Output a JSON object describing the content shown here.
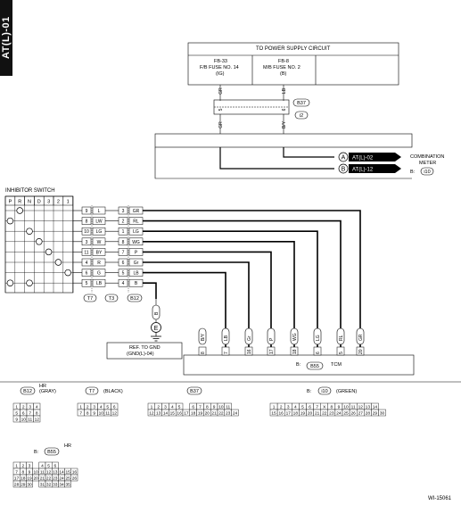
{
  "section_tab": "AT(L)-01",
  "power": {
    "title": "TO POWER SUPPLY CIRCUIT",
    "fuse_left": [
      "FB-33",
      "F/B FUSE NO. 14",
      "(IG)"
    ],
    "fuse_right": [
      "FB-8",
      "M/B FUSE NO. 2",
      "(B)"
    ]
  },
  "connectors": {
    "b37": "B37",
    "i2": "i2",
    "i10": "i10",
    "b55": "B55",
    "b12": "B12",
    "t7": "T7",
    "t3": "T3"
  },
  "wires_top": [
    "GR",
    "LB",
    "GR",
    "B/Y"
  ],
  "pins_b37": [
    "5",
    "6"
  ],
  "refs": [
    {
      "letter": "A",
      "text": "AT(L)-02"
    },
    {
      "letter": "B",
      "text": "AT(L)-12"
    }
  ],
  "combination_meter": [
    "COMBINATION",
    "METER"
  ],
  "meter_prefix": "B:",
  "inhibitor": {
    "title": "INHIBITOR SWITCH",
    "positions": [
      "P",
      "R",
      "N",
      "D",
      "3",
      "2",
      "1"
    ]
  },
  "switch_rows": [
    {
      "pin": "9",
      "wire_in": "L",
      "pin2": "3",
      "wire_out": "GR"
    },
    {
      "pin": "8",
      "wire_in": "LW",
      "pin2": "2",
      "wire_out": "RL"
    },
    {
      "pin": "10",
      "wire_in": "LG",
      "pin2": "1",
      "wire_out": "LG"
    },
    {
      "pin": "3",
      "wire_in": "W",
      "pin2": "8",
      "wire_out": "WG"
    },
    {
      "pin": "11",
      "wire_in": "BY",
      "pin2": "7",
      "wire_out": "P"
    },
    {
      "pin": "4",
      "wire_in": "R",
      "pin2": "6",
      "wire_out": "Gr"
    },
    {
      "pin": "6",
      "wire_in": "G",
      "pin2": "5",
      "wire_out": "LB"
    },
    {
      "pin": "5",
      "wire_in": "LB",
      "pin2": "4",
      "wire_out": "B"
    }
  ],
  "ground": {
    "wire": "B",
    "letter": "E",
    "ref": [
      "REF. TO GND",
      "(GND(L)-04)"
    ]
  },
  "tcm": {
    "label": "TCM",
    "prefix": "B:",
    "wires": [
      "B/Y",
      "LB",
      "Gr",
      "P",
      "WG",
      "LG",
      "RL",
      "GR"
    ],
    "pins": [
      "8",
      "7",
      "16",
      "17",
      "18",
      "6",
      "5",
      "20"
    ]
  },
  "legend": {
    "b12_tag": "HR",
    "b12_color": "(GRAY)",
    "t7_color": "(BLACK)",
    "i10_color": "(GREEN)",
    "b55_tag": "HR",
    "prefix": "B:",
    "b12_grid": [
      [
        "1",
        "2",
        "3",
        "4"
      ],
      [
        "5",
        "6",
        "7",
        "8"
      ],
      [
        "9",
        "10",
        "11",
        "12"
      ]
    ],
    "t7_grid": [
      [
        "1",
        "2",
        "3",
        "4",
        "5",
        "6"
      ],
      [
        "7",
        "8",
        "9",
        "10",
        "11",
        "12"
      ]
    ],
    "b37_grid": [
      [
        "1",
        "2",
        "3",
        "4",
        "5",
        "",
        "6",
        "7",
        "8",
        "9",
        "10",
        "11"
      ],
      [
        "12",
        "13",
        "14",
        "15",
        "16",
        "17",
        "18",
        "19",
        "20",
        "21",
        "22",
        "23",
        "24"
      ]
    ],
    "i10_grid": [
      [
        "1",
        "2",
        "3",
        "4",
        "5",
        "6",
        "7",
        "X",
        "8",
        "9",
        "10",
        "11",
        "12",
        "13",
        "14"
      ],
      [
        "15",
        "16",
        "17",
        "18",
        "19",
        "20",
        "21",
        "22",
        "23",
        "24",
        "25",
        "26",
        "27",
        "28",
        "29",
        "30"
      ]
    ],
    "b55_grid": [
      [
        "1",
        "2",
        "3",
        "",
        "4",
        "5",
        "6"
      ],
      [
        "7",
        "8",
        "9",
        "10",
        "11",
        "12",
        "13",
        "14",
        "15",
        "16"
      ],
      [
        "17",
        "18",
        "19",
        "20",
        "21",
        "22",
        "23",
        "24",
        "25",
        "26"
      ],
      [
        "28",
        "29",
        "30",
        "",
        "31",
        "32",
        "33",
        "34",
        "35"
      ]
    ]
  },
  "figure_code": "WI-15061"
}
